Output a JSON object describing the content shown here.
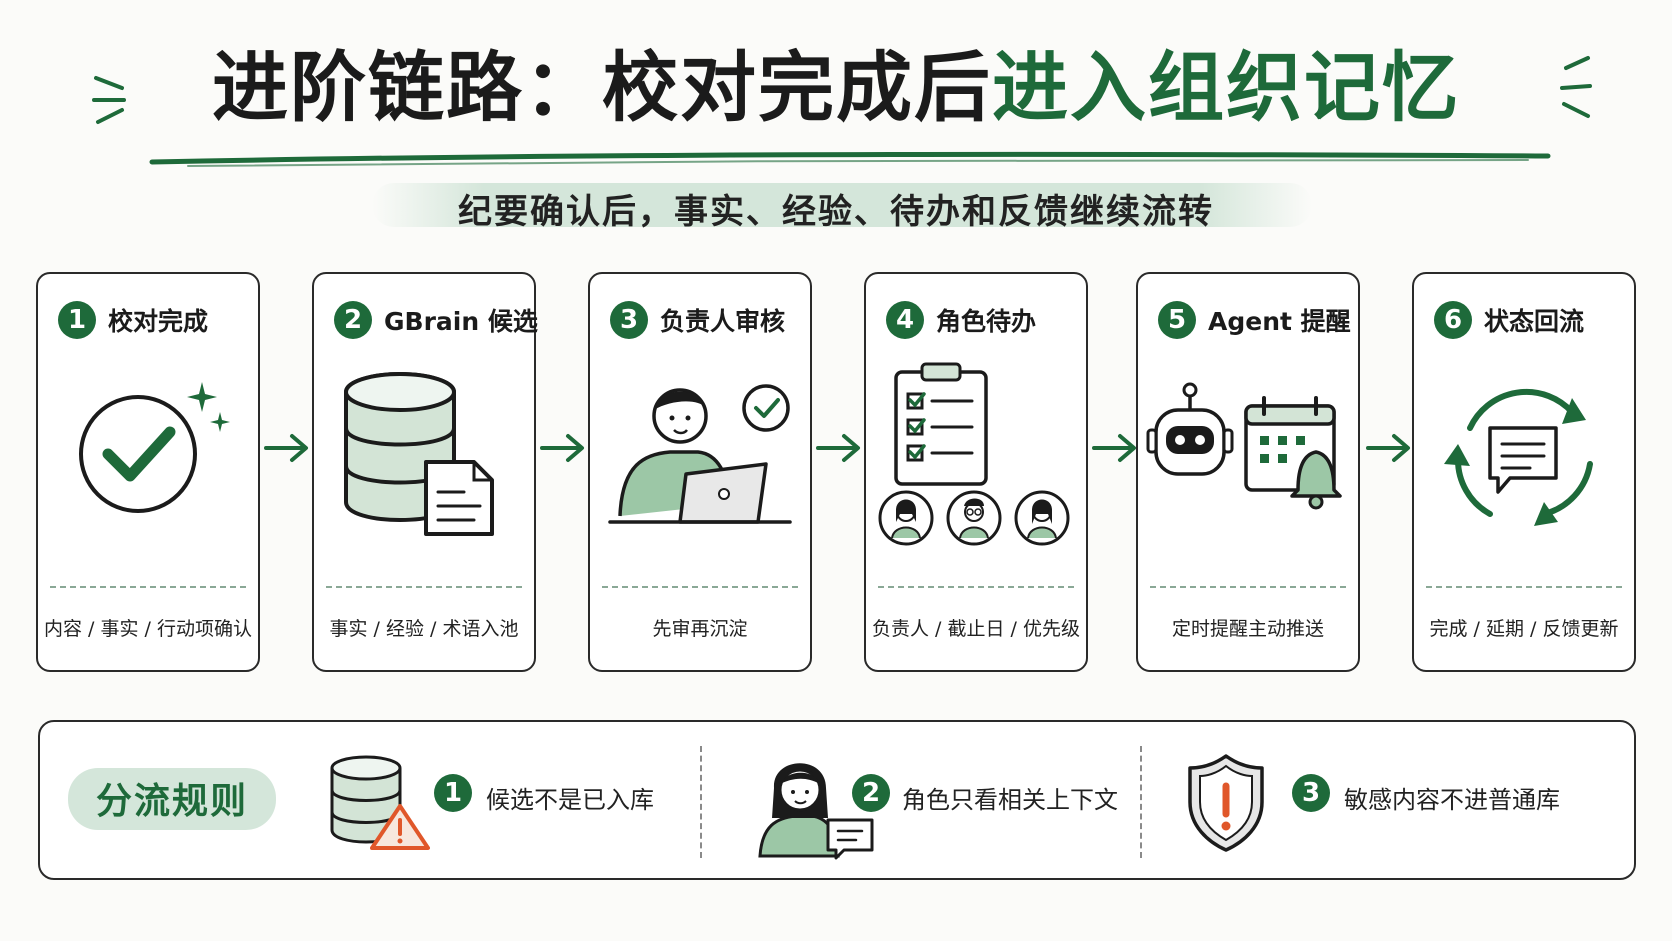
{
  "title": {
    "prefix": "进阶链路：校对完成后",
    "highlight": "进入组织记忆"
  },
  "subtitle": "纪要确认后，事实、经验、待办和反馈继续流转",
  "colors": {
    "accent": "#1e6a3a",
    "accent_light": "#cde2d4",
    "ink": "#1b1b1b",
    "warning": "#e0572a"
  },
  "steps": [
    {
      "number": "1",
      "title": "校对完成",
      "icon": "check-circle-icon",
      "footer": "内容 / 事实 / 行动项确认"
    },
    {
      "number": "2",
      "title": "GBrain 候选",
      "icon": "database-document-icon",
      "footer": "事实 / 经验 / 术语入池"
    },
    {
      "number": "3",
      "title": "负责人审核",
      "icon": "reviewer-laptop-icon",
      "footer": "先审再沉淀"
    },
    {
      "number": "4",
      "title": "角色待办",
      "icon": "clipboard-people-icon",
      "footer": "负责人 / 截止日 / 优先级"
    },
    {
      "number": "5",
      "title": "Agent 提醒",
      "icon": "robot-calendar-bell-icon",
      "footer": "定时提醒主动推送"
    },
    {
      "number": "6",
      "title": "状态回流",
      "icon": "refresh-message-icon",
      "footer": "完成 / 延期 / 反馈更新"
    }
  ],
  "rules": {
    "title": "分流规则",
    "items": [
      {
        "number": "1",
        "text": "候选不是已入库",
        "icon": "database-warning-icon"
      },
      {
        "number": "2",
        "text": "角色只看相关上下文",
        "icon": "person-chat-icon"
      },
      {
        "number": "3",
        "text": "敏感内容不进普通库",
        "icon": "shield-alert-icon"
      }
    ]
  }
}
